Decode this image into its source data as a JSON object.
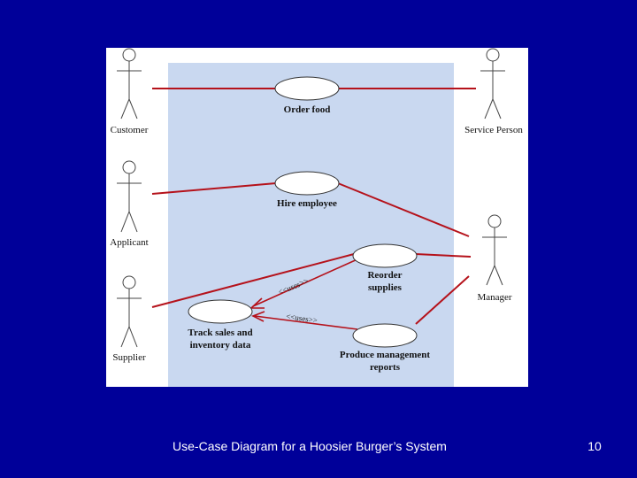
{
  "diagram": {
    "actors": [
      {
        "id": "customer",
        "label": "Customer"
      },
      {
        "id": "applicant",
        "label": "Applicant"
      },
      {
        "id": "supplier",
        "label": "Supplier"
      },
      {
        "id": "service_person",
        "label": "Service Person"
      },
      {
        "id": "manager",
        "label": "Manager"
      }
    ],
    "use_cases": [
      {
        "id": "order_food",
        "lines": [
          "Order food"
        ]
      },
      {
        "id": "hire_employee",
        "lines": [
          "Hire employee"
        ]
      },
      {
        "id": "reorder_supplies",
        "lines": [
          "Reorder",
          "supplies"
        ]
      },
      {
        "id": "track_sales",
        "lines": [
          "Track sales and",
          "inventory data"
        ]
      },
      {
        "id": "produce_reports",
        "lines": [
          "Produce management",
          "reports"
        ]
      }
    ],
    "relations": [
      {
        "type": "uses",
        "label": "<<uses>>",
        "from": "reorder_supplies",
        "to": "track_sales"
      },
      {
        "type": "uses",
        "label": "<<uses>>",
        "from": "produce_reports",
        "to": "track_sales"
      }
    ],
    "colors": {
      "background": "#000099",
      "system_boundary": "#c9d8f0",
      "association": "#b5121b",
      "uses_arrow": "#b5121b"
    }
  },
  "caption": "Use-Case Diagram for a Hoosier Burger’s System",
  "page_number": "10"
}
